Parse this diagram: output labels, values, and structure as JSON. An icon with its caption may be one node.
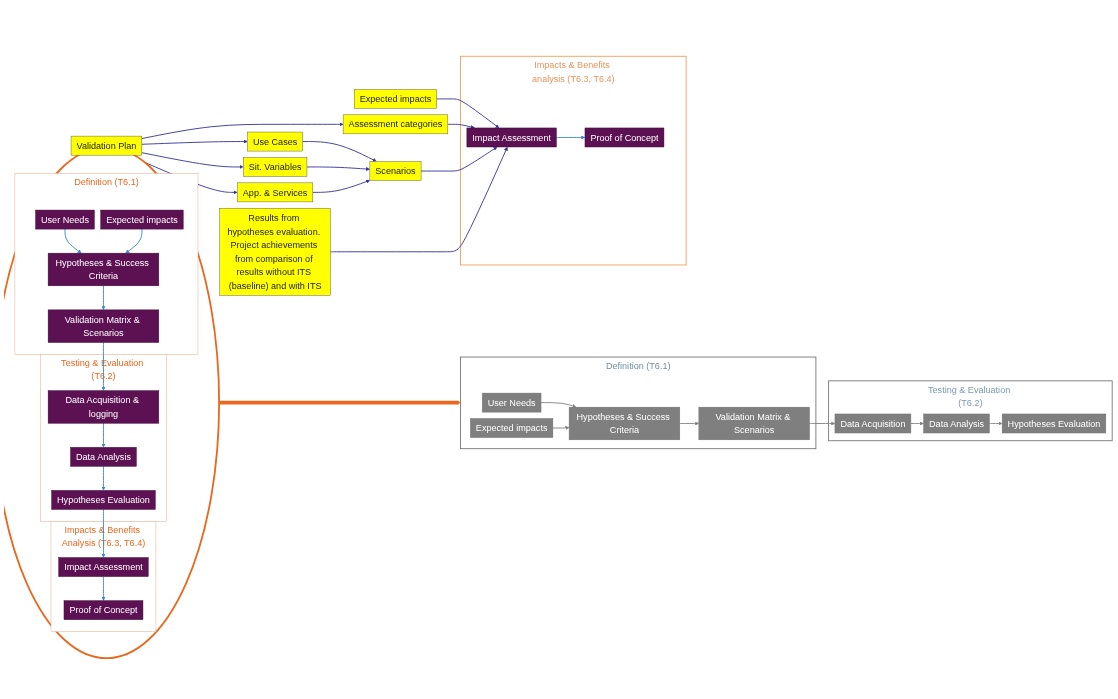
{
  "diagram": {
    "nodes": [
      {
        "text": [
          "Definition (T6.1)"
        ]
      },
      {
        "text": [
          "User Needs"
        ],
        "in": 0
      },
      {
        "text": [
          "Expected impacts"
        ],
        "in": 0
      },
      {
        "text": [
          "Hypotheses & Success Criteria"
        ],
        "in": 0
      },
      {
        "text": [
          "Validation Matrix & Scenarios"
        ],
        "in": 0
      },
      {
        "text": [
          "Validation Plan"
        ]
      },
      {
        "text": [
          "Expected impacts"
        ]
      },
      {
        "text": [
          "Assessment categories"
        ]
      },
      {
        "text": [
          "Use Cases"
        ]
      },
      {
        "text": [
          "Sit. Variables"
        ]
      },
      {
        "text": [
          "App. & Services"
        ]
      },
      {
        "text": [
          "Scenarios"
        ]
      },
      {
        "text": [
          "Impacts & Benefits analysis (T6.3, T6.4)"
        ]
      },
      {
        "text": [
          "Proof of Concept"
        ],
        "in": 12
      },
      {
        "text": [
          "Impact Assessment"
        ],
        "in": 12
      },
      {
        "text": [
          "Results from hypotheses evaluation. Project achievements from comparison of results without ITS (baseline) and with ITS"
        ]
      },
      {
        "text": [
          "Testing & Evaluation (T6.2)"
        ]
      },
      {
        "text": [
          "Hypotheses Evaluation"
        ],
        "in": 16
      },
      {
        "text": [
          "Data Acquisition"
        ],
        "in": 16
      },
      {
        "text": [
          "Data Analysis"
        ],
        "in": 16
      },
      {
        "text": [],
        "shape": "circle"
      },
      {
        "text": [
          "Definition (T6.1)"
        ],
        "in": 20
      },
      {
        "text": [
          "User Needs"
        ],
        "in": 21
      },
      {
        "text": [
          "Expected impacts"
        ],
        "in": 21
      },
      {
        "text": [
          "Hypotheses & Success Criteria"
        ],
        "in": 21
      },
      {
        "text": [
          "Validation Matrix & Scenarios"
        ],
        "in": 21
      },
      {
        "text": [
          "Testing & Evaluation (T6.2)"
        ],
        "in": 20
      },
      {
        "text": [
          "Data Acquisition & logging"
        ],
        "in": 26
      },
      {
        "text": [
          "Data Analysis"
        ],
        "in": 26
      },
      {
        "text": [
          "Hypotheses Evaluation"
        ],
        "in": 26
      },
      {
        "text": [
          "Impacts & Benefits Analysis (T6.3, T6.4)"
        ],
        "in": 20
      },
      {
        "text": [
          "Proof of Concept"
        ],
        "in": 30
      },
      {
        "text": [
          "Impact Assessment"
        ],
        "in": 30
      }
    ],
    "edges": [
      {
        "from": 1,
        "to": 3,
        "arrow": "to",
        "color": "#808080"
      },
      {
        "from": 2,
        "to": 3,
        "arrow": "to",
        "color": "#808080"
      },
      {
        "from": 3,
        "to": 4,
        "arrow": "to",
        "color": "#808080"
      },
      {
        "from": 4,
        "to": 18,
        "arrow": "to",
        "color": "#808080"
      },
      {
        "from": 18,
        "to": 19,
        "arrow": "to",
        "color": "#808080"
      },
      {
        "from": 19,
        "to": 17,
        "arrow": "to",
        "color": "#808080"
      },
      {
        "from": 5,
        "to": 7,
        "arrow": "to",
        "color": "#333399"
      },
      {
        "from": 5,
        "to": 8,
        "arrow": "to",
        "color": "#333399"
      },
      {
        "from": 5,
        "to": 9,
        "arrow": "to",
        "color": "#333399"
      },
      {
        "from": 5,
        "to": 10,
        "arrow": "to",
        "color": "#333399"
      },
      {
        "from": 8,
        "to": 11,
        "arrow": "to",
        "color": "#333399"
      },
      {
        "from": 9,
        "to": 11,
        "arrow": "to",
        "color": "#333399"
      },
      {
        "from": 10,
        "to": 11,
        "arrow": "to",
        "color": "#333399"
      },
      {
        "from": 6,
        "to": 14,
        "arrow": "to",
        "color": "#333399"
      },
      {
        "from": 7,
        "to": 14,
        "arrow": "to",
        "color": "#333399"
      },
      {
        "from": 11,
        "to": 14,
        "arrow": "to",
        "color": "#333399"
      },
      {
        "from": 15,
        "to": 14,
        "arrow": "to",
        "color": "#333399"
      },
      {
        "from": 14,
        "to": 13,
        "arrow": "to",
        "color": "#3a87d0"
      },
      {
        "from": 22,
        "to": 24,
        "arrow": "to",
        "color": "#3a87d0"
      },
      {
        "from": 23,
        "to": 24,
        "arrow": "to",
        "color": "#3a87d0"
      },
      {
        "from": 24,
        "to": 25,
        "arrow": "to",
        "color": "#3a87d0"
      },
      {
        "from": 25,
        "to": 27,
        "arrow": "to",
        "color": "#3a87d0"
      },
      {
        "from": 27,
        "to": 28,
        "arrow": "to",
        "color": "#3a87d0"
      },
      {
        "from": 28,
        "to": 29,
        "arrow": "to",
        "color": "#3a87d0"
      },
      {
        "from": 29,
        "to": 32,
        "arrow": "to",
        "color": "#3a87d0"
      },
      {
        "from": 32,
        "to": 31,
        "arrow": "to",
        "color": "#3a87d0"
      },
      {
        "from": 20,
        "to": 0,
        "arrow": "to",
        "style": "thick",
        "color": "#e8681e"
      }
    ]
  }
}
